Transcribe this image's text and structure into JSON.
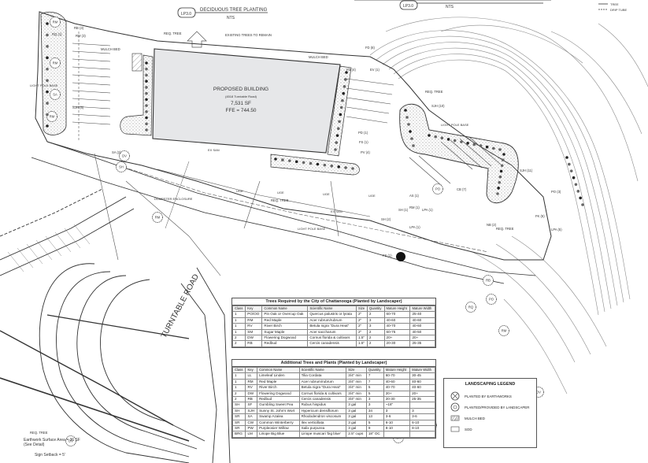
{
  "header": {
    "detail_left_tag": "LP3.0",
    "detail_left_title": "DECIDUOUS TREE PLANTING",
    "detail_left_scale": "NTS",
    "detail_right_tag": "LP3.0",
    "detail_right_scale": "NTS",
    "detail_right_legend": [
      "TREE",
      "DRIP TUBE"
    ]
  },
  "building": {
    "name": "PROPOSED BUILDING",
    "address": "(4518 Turntable Road)",
    "area": "7,531 SF",
    "ffe": "FFE = 744.50"
  },
  "road_label": "TURNTABLE ROAD",
  "notes": {
    "existing_trees": "EXISTING TREES TO REMAIN",
    "light_pole_base": "LIGHT POLE BASE",
    "light_pole_base_2": "LIGHT POLE BASE",
    "light_pole_base_3": "LIGHT POLE BASE",
    "mulch_bed": "MULCH BED",
    "mulch_bed_2": "MULCH BED",
    "dumpster": "DUMPSTER ENCLOSURE",
    "earthwork": "Earthwork Surface Area = 36 SF (See Detail)",
    "sign_setback": "Sign Setback = 5'",
    "req_tree": "REQ. TREE",
    "uge": "UGE",
    "ex_san": "EX SAN"
  },
  "plant_tags": {
    "trees_top": [
      "RB (3)",
      "RM (3)",
      "RQ (1)",
      "FD (8)",
      "EV (1)",
      "FD (4)",
      "PD (1)",
      "FS (1)",
      "PV (4)",
      "SJH (5)",
      "SA (2)",
      "AS (1)",
      "SJH (10)",
      "SJH (11)",
      "PO (3)",
      "CB (7)",
      "SH (2)",
      "SH (1)",
      "FK (5)",
      "LPA (5)",
      "LPA (1)",
      "LPA (1)",
      "RM (1)",
      "NB (2)",
      "FS (1)"
    ],
    "circles": [
      "RM",
      "RM",
      "SA",
      "RM",
      "SH",
      "DV",
      "RM",
      "PO",
      "PO",
      "RM",
      "RQ",
      "DV",
      "SA",
      "SA",
      "RB",
      "RB",
      "DV"
    ]
  },
  "table1": {
    "title": "Trees Required by the City of Chattanooga (Planted by Landscaper)",
    "columns": [
      "Class",
      "Key",
      "Common Name",
      "Scientific Name",
      "Size",
      "Quantity",
      "Mature Height",
      "Mature Width"
    ],
    "rows": [
      [
        "1",
        "PO/OO",
        "Pin Oak or Overcup Oak",
        "Quercus palustris or lyrata",
        "2\"",
        "2",
        "60-70",
        "25-40"
      ],
      [
        "1",
        "RM",
        "Red Maple",
        "Acer rubrum/rubrum",
        "2\"",
        "3",
        "40-60",
        "40-60"
      ],
      [
        "1",
        "RV",
        "River Birch",
        "Betula nigra \"Dura Heat\"",
        "2\"",
        "3",
        "40-70",
        "40-60"
      ],
      [
        "1",
        "SM",
        "Sugar Maple",
        "Acer saccharum",
        "2\"",
        "2",
        "60-75",
        "40-50"
      ],
      [
        "2",
        "DW",
        "Flowering Dogwood",
        "Cornus florida & cultivars",
        "1.5\"",
        "2",
        "20+",
        "20+"
      ],
      [
        "2",
        "RB",
        "Redbud",
        "Cercis canadensis",
        "1.5\"",
        "2",
        "20-30",
        "25-35"
      ]
    ]
  },
  "table2": {
    "title": "Additional Trees and Plants (Planted by Landscaper)",
    "columns": [
      "Class",
      "Key",
      "Common Name",
      "Scientific Name",
      "Size",
      "Quantity",
      "Mature Height",
      "Mature Width"
    ],
    "rows": [
      [
        "1",
        "LL",
        "Limeleaf Linden",
        "Tilia Cordata",
        "3/4\" min",
        "7",
        "60-70",
        "30-45"
      ],
      [
        "1",
        "RM",
        "Red Maple",
        "Acer rubrum/rubrum",
        "3/4\" min",
        "7",
        "40-60",
        "40-60"
      ],
      [
        "1",
        "RV",
        "River Birch",
        "Betula nigra \"Dura Heat\"",
        "3/4\" min",
        "5",
        "40-70",
        "40-60"
      ],
      [
        "2",
        "DW",
        "Flowering Dogwood",
        "Cornus florida & cultivars",
        "3/4\" min",
        "5",
        "20+",
        "20+"
      ],
      [
        "2",
        "RB",
        "Redbud",
        "Cercis canadensis",
        "3/4\" min",
        "3",
        "20-30",
        "25-35"
      ],
      [
        "SH",
        "SF",
        "Gumbling Sweet Pea",
        "Rubus hispidus",
        "3 gal",
        "3",
        "~18\"",
        ""
      ],
      [
        "SH",
        "SJH",
        "Sunny St. John's Wort",
        "Hypericum densiflorum",
        "3 gal",
        "34",
        "3",
        "3"
      ],
      [
        "SR",
        "SA",
        "Swamp Azalea",
        "Rhododendron viscosum",
        "3 gal",
        "13",
        "3-6",
        "3-6"
      ],
      [
        "SR",
        "CW",
        "Common Winterberry",
        "Ilex verticillata",
        "3 gal",
        "5",
        "6-10",
        "6-10"
      ],
      [
        "SR",
        "PW",
        "Purpleosier Willow",
        "Salix purpurea",
        "3 gal",
        "9",
        "8-10",
        "8-10"
      ],
      [
        "BRG",
        "LM",
        "Liriope Big Blue",
        "Liriope muscari 'big blue'",
        "2.5\" cups",
        "18\" OC",
        "",
        ""
      ]
    ]
  },
  "legend": {
    "title": "LANDSCAPING LEGEND",
    "items": [
      {
        "symbol": "circle-x",
        "label": "PLANTED BY EARTHWORKS"
      },
      {
        "symbol": "circle-tag",
        "label": "PLANTED/PROVIDED BY LANDSCAPER"
      },
      {
        "symbol": "hatch",
        "label": "MULCH BED"
      },
      {
        "symbol": "box",
        "label": "SOD"
      }
    ]
  }
}
